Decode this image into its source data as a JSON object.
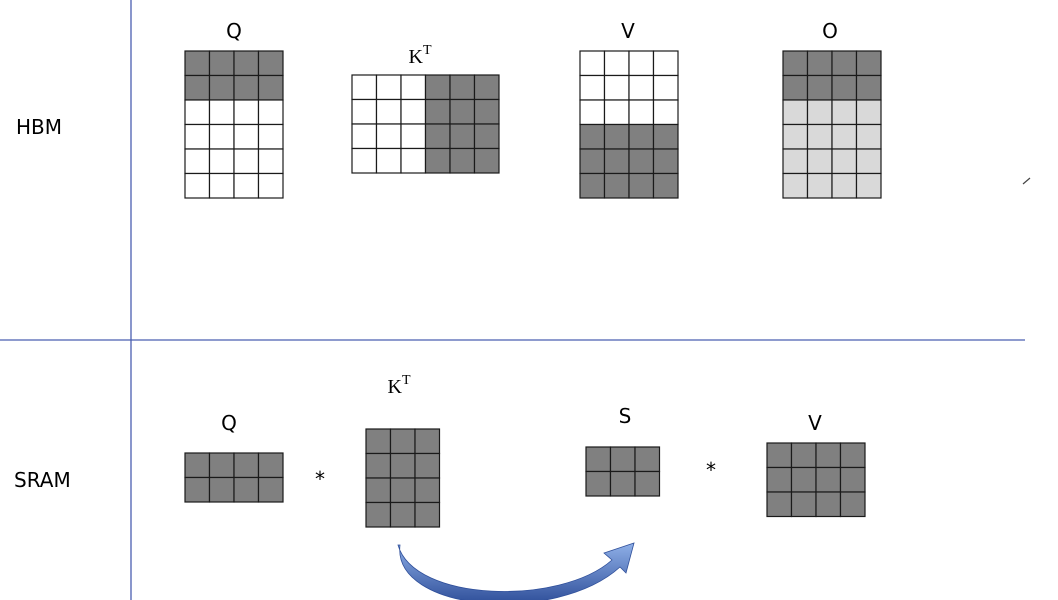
{
  "rows": {
    "hbm": "HBM",
    "sram": "SRAM"
  },
  "colors": {
    "line": "#4a5fb0",
    "dark": "#808080",
    "light": "#d9d9d9",
    "white": "#ffffff",
    "arrow_dark": "#2f4f9a",
    "arrow_light": "#8fb0e8"
  },
  "hbm": {
    "q": {
      "label": "Q",
      "rows": 6,
      "cols": 4,
      "dark_rows": [
        0,
        1
      ]
    },
    "kt": {
      "label": "K",
      "sup": "T",
      "rows": 4,
      "cols": 6,
      "dark_cols": [
        3,
        4,
        5
      ]
    },
    "v": {
      "label": "V",
      "rows": 6,
      "cols": 4,
      "dark_rows": [
        3,
        4,
        5
      ]
    },
    "o": {
      "label": "O",
      "rows": 6,
      "cols": 4,
      "dark_rows": [
        0,
        1
      ],
      "light_rows": [
        2,
        3,
        4,
        5
      ]
    }
  },
  "sram": {
    "q": {
      "label": "Q",
      "rows": 2,
      "cols": 4
    },
    "op1": "*",
    "kt": {
      "label": "K",
      "sup": "T",
      "rows": 4,
      "cols": 3
    },
    "s": {
      "label": "S",
      "rows": 2,
      "cols": 3
    },
    "op2": "*",
    "v": {
      "label": "V",
      "rows": 3,
      "cols": 4
    }
  }
}
